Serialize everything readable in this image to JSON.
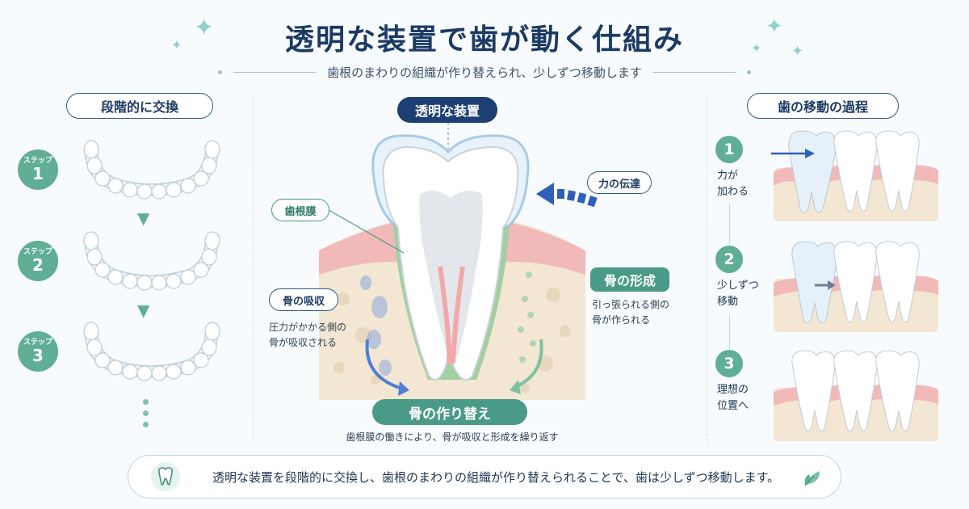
{
  "header": {
    "title": "透明な装置で歯が動く仕組み",
    "subtitle": "歯根のまわりの組織が作り替えられ、少しずつ移動します"
  },
  "left_panel": {
    "heading": "段階的に交換",
    "step_label": "ステップ",
    "steps": [
      "1",
      "2",
      "3"
    ]
  },
  "center_panel": {
    "device_label": "透明な装置",
    "force_label": "力の伝達",
    "ligament_label": "歯根膜",
    "resorption": {
      "title": "骨の吸収",
      "line1": "圧力がかかる側の",
      "line2": "骨が吸収される"
    },
    "formation": {
      "title": "骨の形成",
      "line1": "引っ張られる側の",
      "line2": "骨が作られる"
    },
    "remodeling": {
      "title": "骨の作り替え",
      "caption": "歯根膜の働きにより、骨が吸収と形成を繰り返す"
    }
  },
  "right_panel": {
    "heading": "歯の移動の過程",
    "stages": [
      {
        "number": "1",
        "line1": "力が",
        "line2": "加わる"
      },
      {
        "number": "2",
        "line1": "少しずつ",
        "line2": "移動"
      },
      {
        "number": "3",
        "line1": "理想の",
        "line2": "位置へ"
      }
    ]
  },
  "footer": {
    "text": "透明な装置を段階的に交換し、歯根のまわりの組織が作り替えられることで、歯は少しずつ移動します。"
  },
  "icons": {
    "sparkle": "sparkle-icon",
    "arrow_down": "arrow-down-icon",
    "tooth": "tooth-icon",
    "leaf": "leaf-icon",
    "aligner": "aligner-tray-icon"
  },
  "colors": {
    "navy": "#1d3f73",
    "teal": "#5fae95",
    "gum_pink": "#f2b9b9",
    "bone": "#f3e6d2",
    "resorption_blue": "#6f95d6",
    "formation_green": "#7cc2a2"
  }
}
